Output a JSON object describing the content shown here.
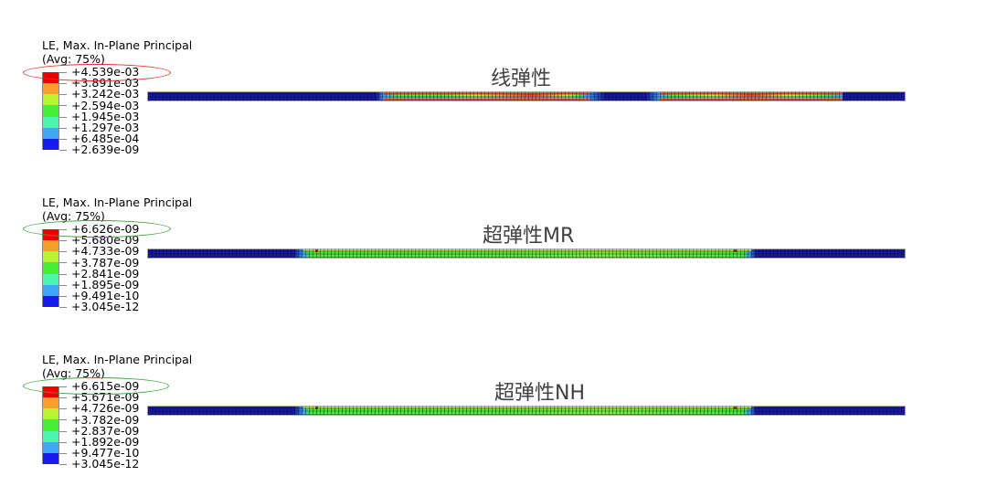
{
  "figure": {
    "description": "Abaqus contour plots of LE, Max. In-Plane Principal strain for three material models",
    "panels": [
      {
        "case_title": "线弹性",
        "legend_title_line1": "LE, Max. In-Plane Principal",
        "legend_title_line2": "(Avg: 75%)",
        "highlight_color": "#e0302a",
        "values": [
          "+4.539e-03",
          "+3.891e-03",
          "+3.242e-03",
          "+2.594e-03",
          "+1.945e-03",
          "+1.297e-03",
          "+6.485e-04",
          "+2.639e-09"
        ],
        "strip_pattern": "linear"
      },
      {
        "case_title": "超弹性MR",
        "legend_title_line1": "LE, Max. In-Plane Principal",
        "legend_title_line2": "(Avg: 75%)",
        "highlight_color": "#3aa53a",
        "values": [
          "+6.626e-09",
          "+5.680e-09",
          "+4.733e-09",
          "+3.787e-09",
          "+2.841e-09",
          "+1.895e-09",
          "+9.491e-10",
          "+3.045e-12"
        ],
        "strip_pattern": "hyper"
      },
      {
        "case_title": "超弹性NH",
        "legend_title_line1": "LE, Max. In-Plane Principal",
        "legend_title_line2": "(Avg: 75%)",
        "highlight_color": "#3aa53a",
        "values": [
          "+6.615e-09",
          "+5.671e-09",
          "+4.726e-09",
          "+3.782e-09",
          "+2.837e-09",
          "+1.892e-09",
          "+9.477e-10",
          "+3.045e-12"
        ],
        "strip_pattern": "hyper"
      }
    ],
    "colormap": [
      "#ee0000",
      "#f5a02a",
      "#b8f530",
      "#46ee38",
      "#4cf5b0",
      "#3fa6f5",
      "#1a1aee"
    ]
  }
}
